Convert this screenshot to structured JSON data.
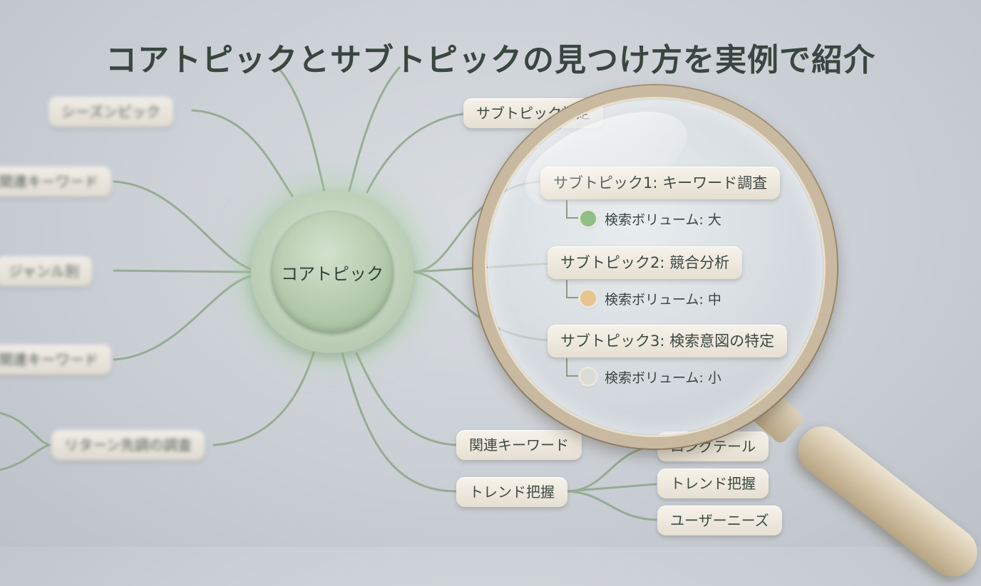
{
  "title": "コアトピックとサブトピックの見つけ方を実例で紹介",
  "core": {
    "label": "コアトピック"
  },
  "blurred_left": [
    {
      "label": "シーズンピック"
    },
    {
      "label": "関連キーワード"
    },
    {
      "label": "ジャンル別"
    },
    {
      "label": "関連キーワード"
    },
    {
      "label": "リターン先調の調査"
    }
  ],
  "top_subtopic_pill": {
    "label": "サブトピック設定"
  },
  "magnified": {
    "subtopics": [
      {
        "label": "サブトピック1: キーワード調査",
        "volume": "検索ボリューム: 大",
        "color": "#8fbf86"
      },
      {
        "label": "サブトピック2: 競合分析",
        "volume": "検索ボリューム: 中",
        "color": "#e8c48f"
      },
      {
        "label": "サブトピック3: 検索意図の特定",
        "volume": "検索ボリューム: 小",
        "color": "#d9ddd6"
      }
    ]
  },
  "bottom_nodes": {
    "related_keywords": "関連キーワード",
    "trend": "トレンド把握",
    "children": [
      {
        "label": "ロングテール"
      },
      {
        "label": "トレンド把握"
      },
      {
        "label": "ユーザーニーズ"
      }
    ]
  }
}
